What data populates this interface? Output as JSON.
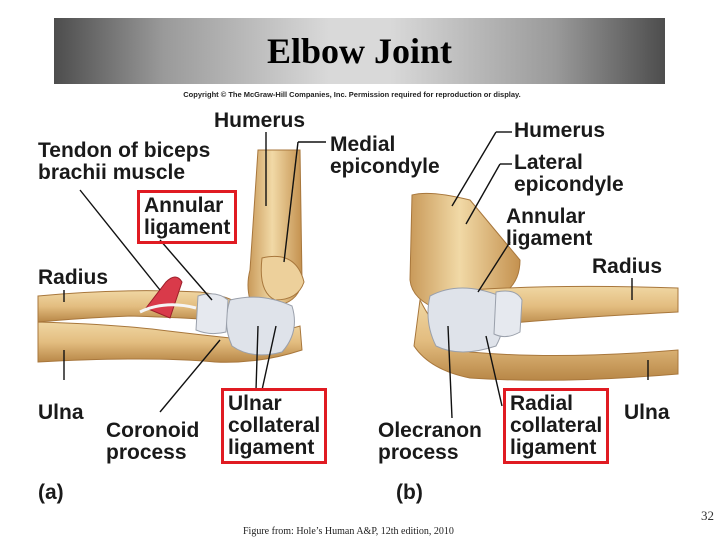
{
  "slide": {
    "title": "Elbow Joint",
    "copyright": "Copyright © The McGraw-Hill Companies, Inc. Permission required for reproduction or display.",
    "page_number": "32",
    "source": "Figure from: Hole’s Human A&P, 12th edition, 2010"
  },
  "figure_a": {
    "panel_label": "(a)",
    "labels": {
      "humerus": "Humerus",
      "tendon_line1": "Tendon of biceps",
      "tendon_line2": "brachii muscle",
      "medial_line1": "Medial",
      "medial_line2": "epicondyle",
      "annular_line1": "Annular",
      "annular_line2": "ligament",
      "radius": "Radius",
      "ulna": "Ulna",
      "coronoid_line1": "Coronoid",
      "coronoid_line2": "process",
      "ulnar_line1": "Ulnar",
      "ulnar_line2": "collateral",
      "ulnar_line3": "ligament"
    }
  },
  "figure_b": {
    "panel_label": "(b)",
    "labels": {
      "humerus": "Humerus",
      "lateral_line1": "Lateral",
      "lateral_line2": "epicondyle",
      "annular_line1": "Annular",
      "annular_line2": "ligament",
      "radius": "Radius",
      "olecranon_line1": "Olecranon",
      "olecranon_line2": "process",
      "radial_line1": "Radial",
      "radial_line2": "collateral",
      "radial_line3": "ligament",
      "ulna": "Ulna"
    }
  },
  "colors": {
    "highlight_box": "#e01b22",
    "bone": "#e9c98e",
    "ligament": "#dfe3ea",
    "tendon": "#d93a4a"
  }
}
